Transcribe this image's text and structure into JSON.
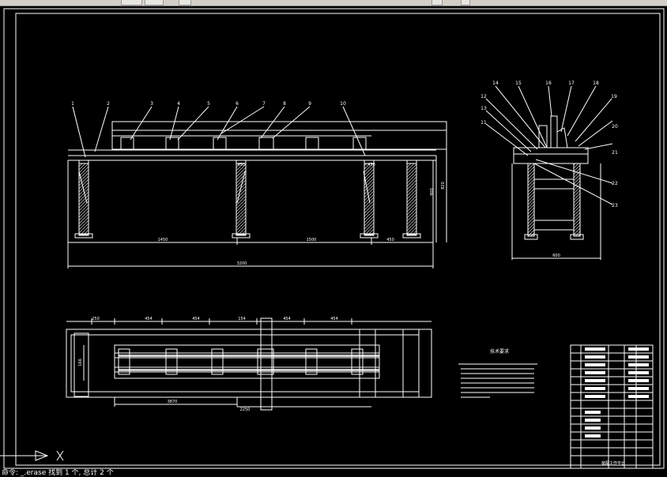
{
  "toolbar": {
    "buttons": [
      "toolbar-button-1",
      "toolbar-button-2",
      "toolbar-button-3"
    ]
  },
  "drawing": {
    "front_balloons": [
      "1",
      "2",
      "3",
      "4",
      "5",
      "6",
      "7",
      "8",
      "9",
      "10"
    ],
    "side_balloons": [
      "14",
      "15",
      "16",
      "17",
      "18",
      "19",
      "20",
      "21",
      "22",
      "23",
      "12",
      "13",
      "11"
    ],
    "dims_front": {
      "total": "3200",
      "left": "1450",
      "mid": "1500",
      "right": "450",
      "h1": "900",
      "h2": "820",
      "top1": "450",
      "top2": "450"
    },
    "dims_side": {
      "width": "600"
    },
    "dims_plan": {
      "d1": "250",
      "d2": "454",
      "d3": "454",
      "d4": "154",
      "d5": "454",
      "d6": "454",
      "left": "166",
      "bottom1": "3870",
      "bottom2": "2250"
    },
    "notes_title": "技术要求",
    "title_block": {
      "name": "装配工作平台"
    }
  },
  "command_line": "命令: _.erase 找到 1 个, 总计 2 个"
}
